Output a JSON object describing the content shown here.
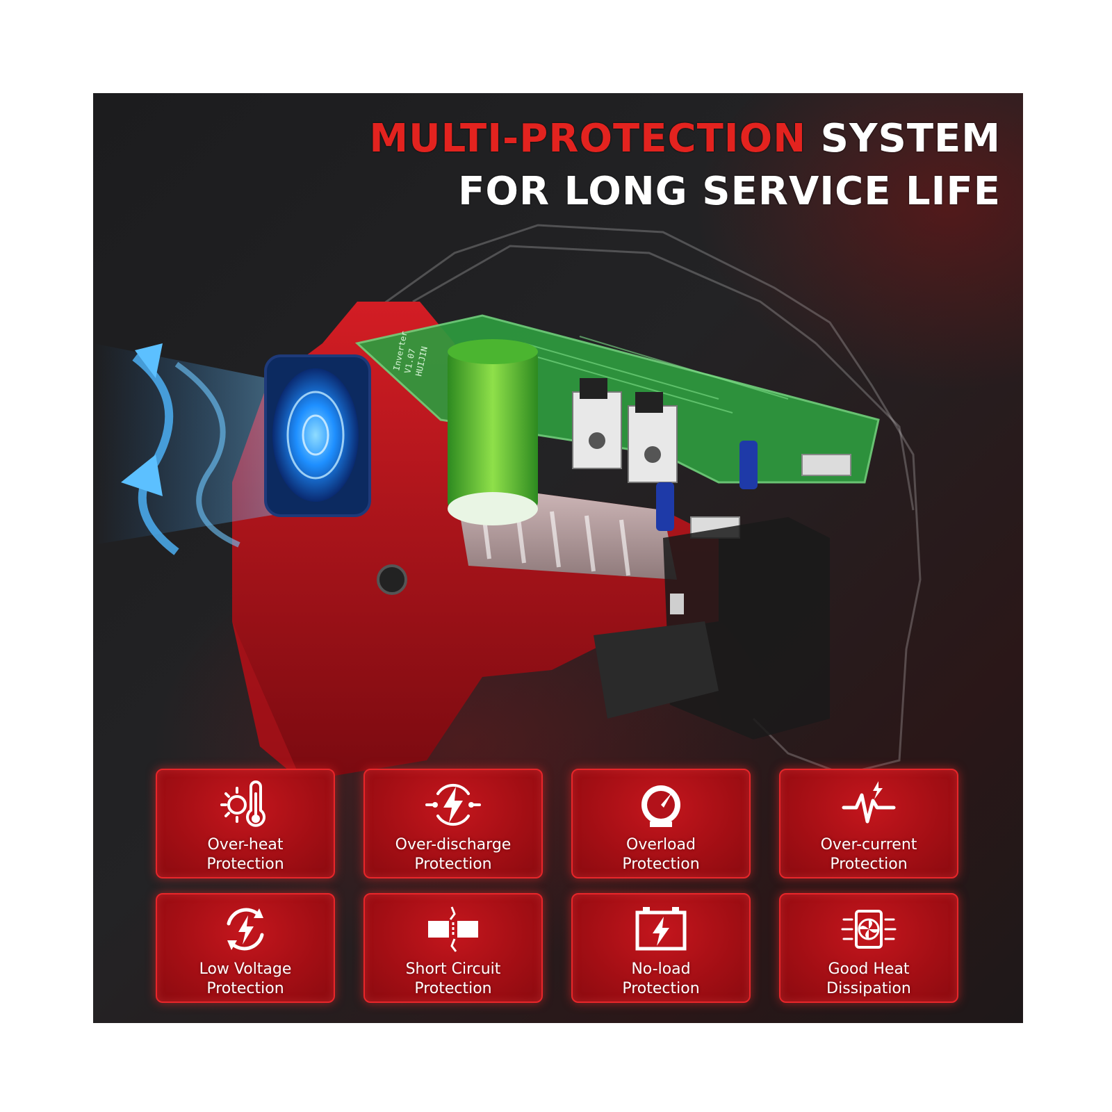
{
  "headline": {
    "accent": "MULTI-PROTECTION",
    "line1_rest": " SYSTEM",
    "line2": "FOR LONG SERVICE LIFE"
  },
  "board_print": {
    "line_a": "Inverter",
    "line_b": "V1.07",
    "line_c": "HUIJIN"
  },
  "colors": {
    "accent_red": "#e3231f",
    "card_red": "#b2121a",
    "board_green": "#2e9b3f",
    "fan_blue": "#1e8fff"
  },
  "features": [
    {
      "label": "Over-heat\nProtection",
      "icon": "thermometer-sun-icon"
    },
    {
      "label": "Over-discharge\nProtection",
      "icon": "lightning-circuit-icon"
    },
    {
      "label": "Overload\nProtection",
      "icon": "gauge-icon"
    },
    {
      "label": "Over-current\nProtection",
      "icon": "pulse-bolt-icon"
    },
    {
      "label": "Low Voltage\nProtection",
      "icon": "cycle-bolt-icon"
    },
    {
      "label": "Short Circuit\nProtection",
      "icon": "broken-wire-icon"
    },
    {
      "label": "No-load\nProtection",
      "icon": "battery-bolt-icon"
    },
    {
      "label": "Good Heat\nDissipation",
      "icon": "fan-icon"
    }
  ]
}
